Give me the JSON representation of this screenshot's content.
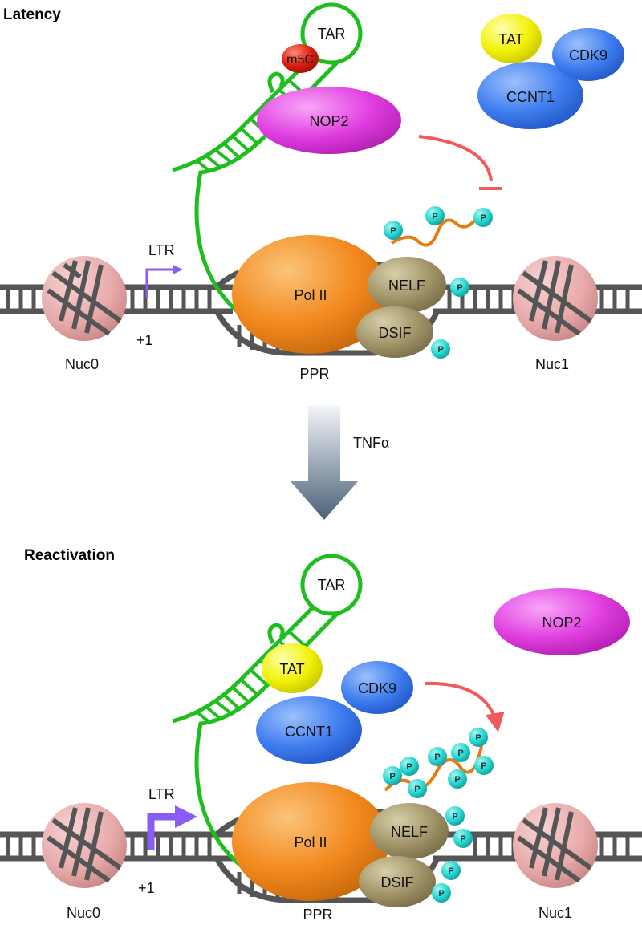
{
  "colors": {
    "nop2": "#e03ee0",
    "tat": "#f2f20a",
    "cdk9": "#3f7ef0",
    "ccnt1": "#3f7ef0",
    "pol2": "#f2891e",
    "nelf_dsif": "#a09468",
    "nucleosome": "#e8aaaa",
    "tar_rna": "#1fbe1f",
    "m5c": "#d81e10",
    "phospho": "#26d6d0",
    "ctd_tail": "#e87b10",
    "dna": "#555555",
    "ltr_arrow": "#8a5cf6",
    "regulation_arrow": "#f05a5a",
    "transition_arrow_top": "#f4f6f8",
    "transition_arrow_bottom": "#4a6078"
  },
  "panels": {
    "latency": {
      "title": "Latency",
      "tar": "TAR",
      "m5c": "m5C",
      "nop2": "NOP2",
      "tat": "TAT",
      "cdk9": "CDK9",
      "ccnt1": "CCNT1",
      "ltr": "LTR",
      "plus1": "+1",
      "pol2": "Pol II",
      "nelf": "NELF",
      "dsif": "DSIF",
      "nuc0": "Nuc0",
      "nuc1": "Nuc1",
      "ppr": "PPR",
      "p": "P"
    },
    "reactivation": {
      "title": "Reactivation",
      "tar": "TAR",
      "tat": "TAT",
      "cdk9": "CDK9",
      "ccnt1": "CCNT1",
      "nop2": "NOP2",
      "ltr": "LTR",
      "plus1": "+1",
      "pol2": "Pol II",
      "nelf": "NELF",
      "dsif": "DSIF",
      "nuc0": "Nuc0",
      "nuc1": "Nuc1",
      "ppr": "PPR",
      "p": "P"
    }
  },
  "transition": {
    "label": "TNFα"
  }
}
